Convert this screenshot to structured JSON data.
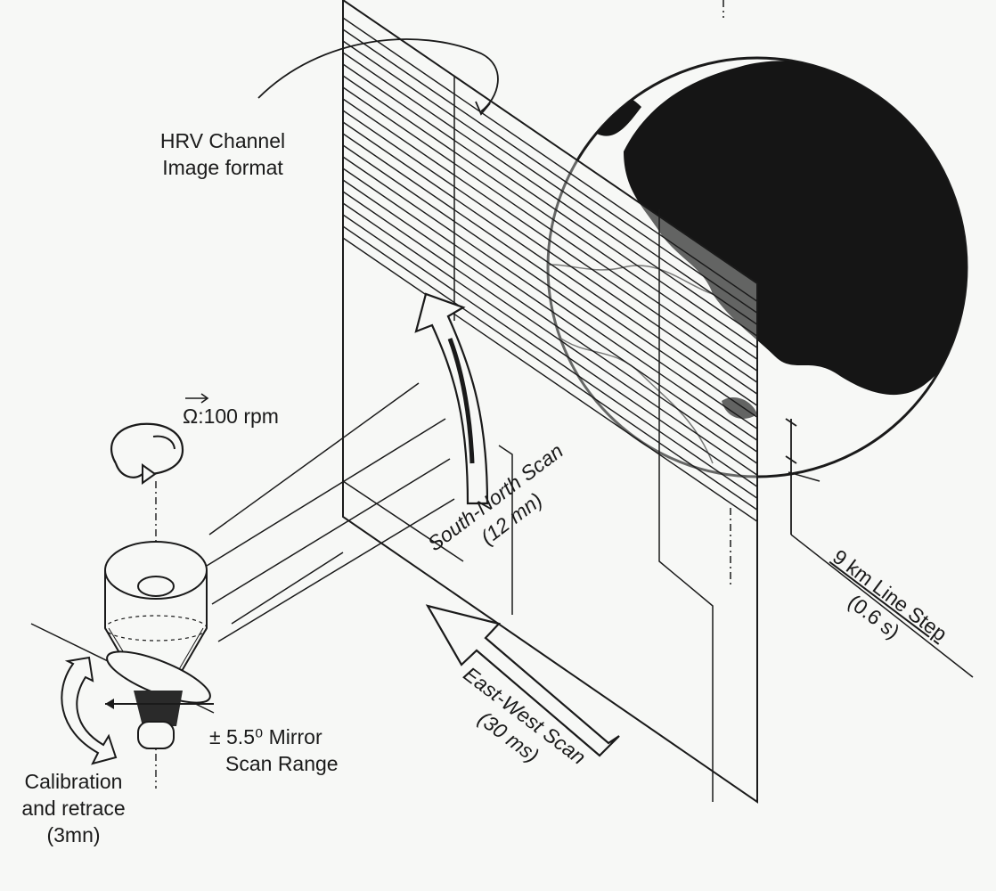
{
  "labels": {
    "hrv_line1": "HRV Channel",
    "hrv_line2": "Image format",
    "omega_rate": "Ω:100 rpm",
    "south_north_line1": "South-North Scan",
    "south_north_line2": "(12 mn)",
    "line_step_line1": "9 km Line Step",
    "line_step_line2": "(0.6 s)",
    "east_west_line1": "East-West Scan",
    "east_west_line2": "(30 ms)",
    "mirror_line1": "± 5.5⁰ Mirror",
    "mirror_line2": "Scan Range",
    "calibration_line1": "Calibration",
    "calibration_line2": "and retrace",
    "calibration_line3": "(3mn)"
  },
  "colors": {
    "ink": "#1a1a1a",
    "paper": "#f7f8f6",
    "land": "#151515"
  },
  "icons": [
    "rotation-arrow-icon",
    "vector-arrow-icon"
  ]
}
